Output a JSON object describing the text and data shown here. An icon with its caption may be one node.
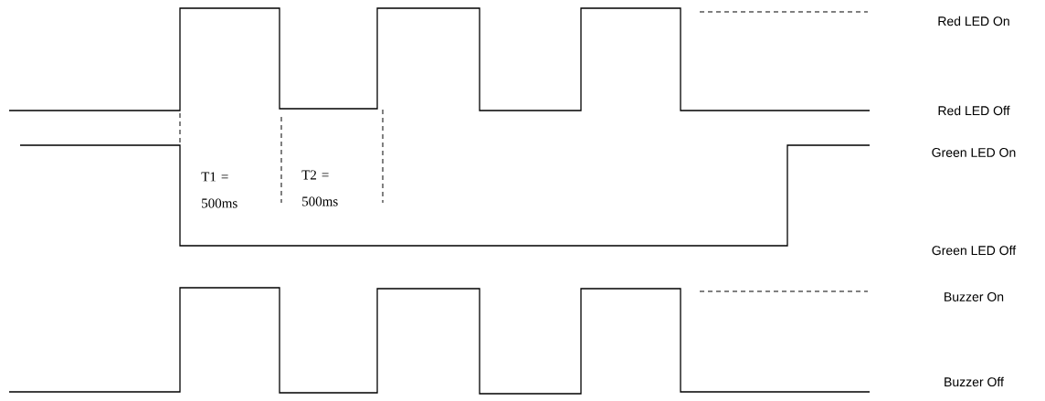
{
  "diagram": {
    "labels": [
      "Red LED On",
      "Red LED Off",
      "Green LED On",
      "T1 = 500ms",
      "T2 = 500ms",
      "Green LED Off",
      "Buzzer On",
      "Buzzer Off"
    ]
  }
}
